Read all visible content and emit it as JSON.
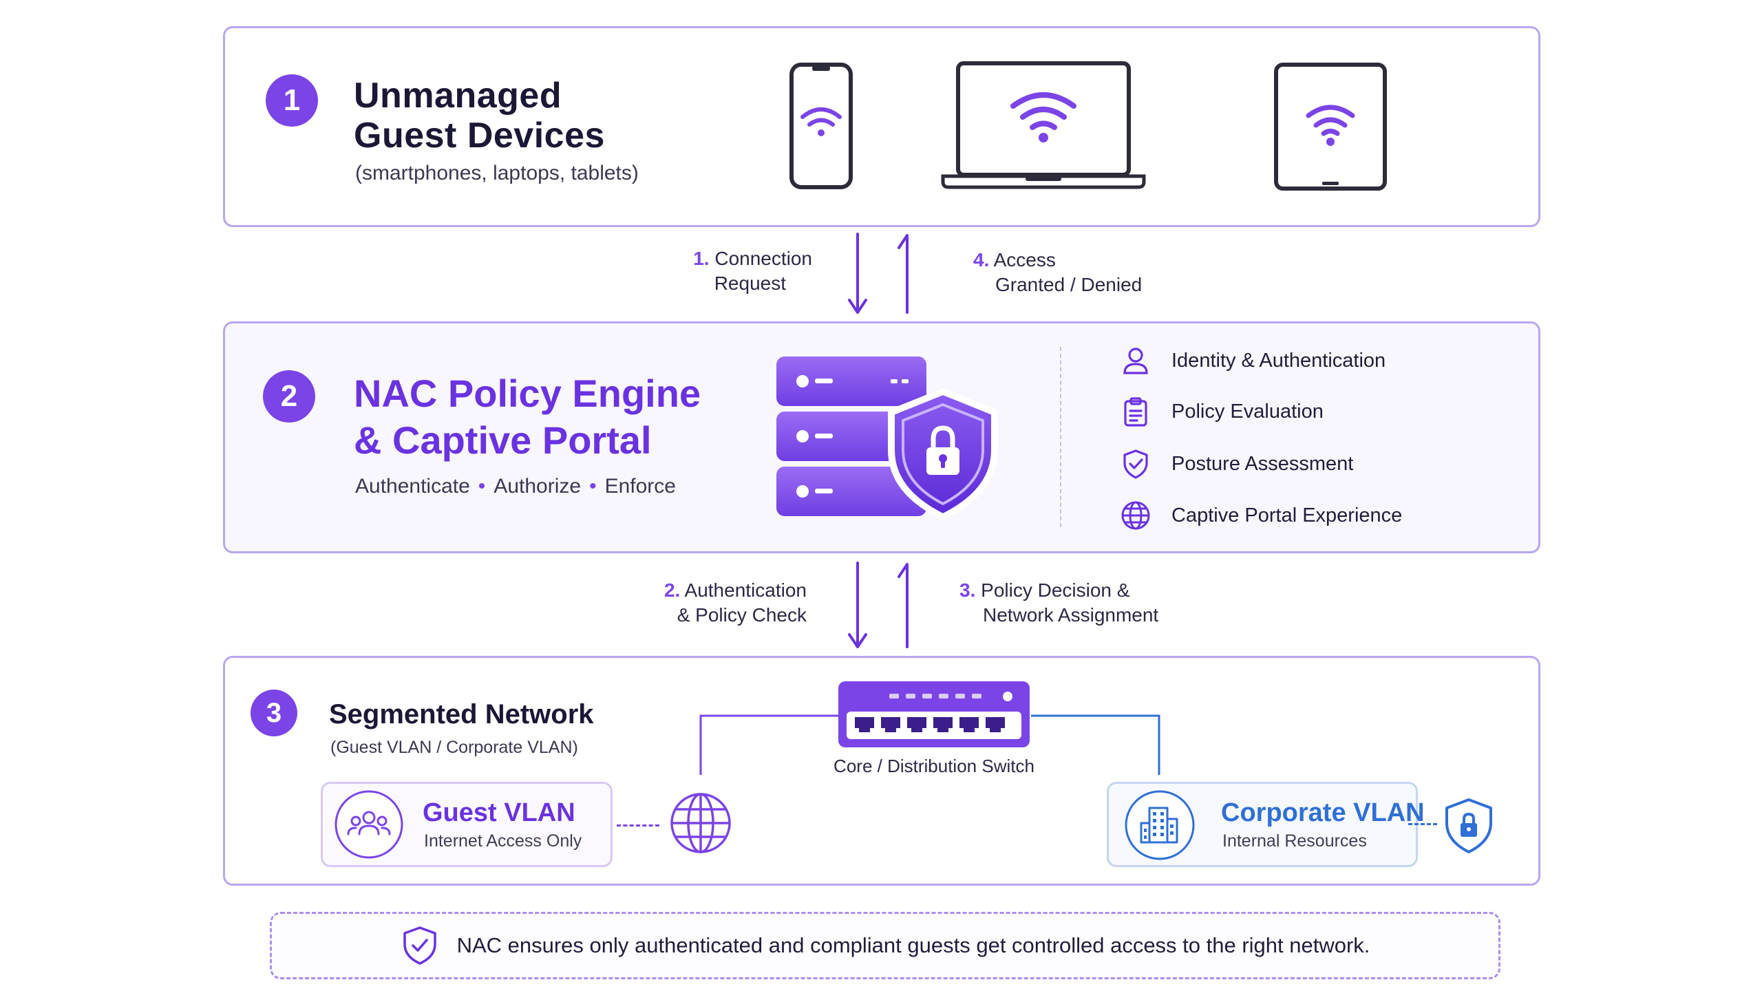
{
  "colors": {
    "accent": "#7b44e6",
    "corporate": "#2f6fd6",
    "border": "#b9a6ee"
  },
  "panel1": {
    "badge": "1",
    "title_line1": "Unmanaged",
    "title_line2": "Guest Devices",
    "subtitle": "(smartphones, laptops, tablets)",
    "device_icons": [
      "smartphone-wifi-icon",
      "laptop-wifi-icon",
      "tablet-wifi-icon"
    ]
  },
  "flow_top": {
    "left_step": "1.",
    "left_line1": "Connection",
    "left_line2": "Request",
    "right_step": "4.",
    "right_line1": "Access",
    "right_line2": "Granted / Denied"
  },
  "panel2": {
    "badge": "2",
    "title_line1": "NAC Policy Engine",
    "title_line2": "& Captive Portal",
    "sub_items": [
      "Authenticate",
      "Authorize",
      "Enforce"
    ],
    "features": [
      {
        "icon": "user-icon",
        "label": "Identity & Authentication"
      },
      {
        "icon": "clipboard-icon",
        "label": "Policy Evaluation"
      },
      {
        "icon": "shield-check-icon",
        "label": "Posture Assessment"
      },
      {
        "icon": "globe-icon",
        "label": "Captive Portal Experience"
      }
    ]
  },
  "flow_bottom": {
    "left_step": "2.",
    "left_line1": "Authentication",
    "left_line2": "& Policy Check",
    "right_step": "3.",
    "right_line1": "Policy Decision &",
    "right_line2": "Network Assignment"
  },
  "panel3": {
    "badge": "3",
    "title": "Segmented Network",
    "subtitle": "(Guest VLAN / Corporate VLAN)",
    "switch_label": "Core / Distribution Switch",
    "guest_vlan": {
      "title": "Guest VLAN",
      "subtitle": "Internet Access Only"
    },
    "corporate_vlan": {
      "title": "Corporate VLAN",
      "subtitle": "Internal Resources"
    }
  },
  "footer": {
    "text": "NAC ensures only authenticated and compliant guests get controlled access to the right network."
  }
}
